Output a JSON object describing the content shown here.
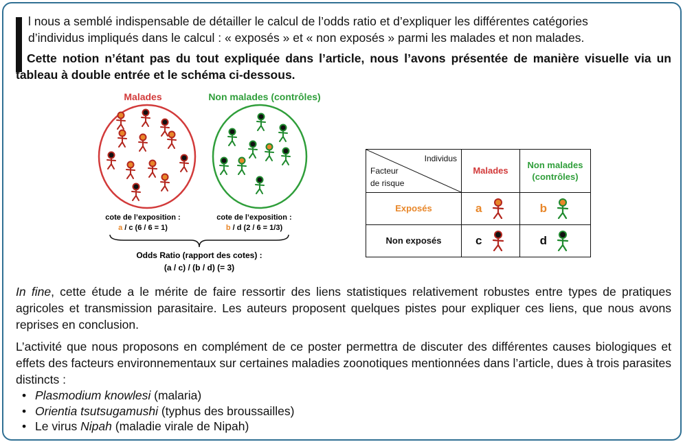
{
  "intro": {
    "drop_letter": "I",
    "line1": "l nous a semblé indispensable de détailler le calcul de l’odds ratio et d’expliquer les différentes catégories",
    "line2": "d’individus impliqués dans le calcul : « exposés » et « non exposés » parmi les malades et non malades.",
    "bold": "Cette notion n’étant pas du tout expliquée dans l’article, nous l’avons présentée de manière visuelle via un tableau à double entrée et le schéma ci-dessous."
  },
  "diagram": {
    "label_sick": "Malades",
    "label_healthy": "Non malades (contrôles)",
    "cote_a_title": "cote de l’exposition :",
    "cote_a_letter": "a",
    "cote_a_formula": " / c (6 / 6 = 1)",
    "cote_b_title": "cote de l’exposition :",
    "cote_b_letter": "b",
    "cote_b_formula": " / d (2 / 6 = 1/3)",
    "odds_line1": "Odds Ratio (rapport des cotes) :",
    "odds_line2": "(a / c) / (b / d) (= 3)",
    "colors": {
      "sick": "#d23a3a",
      "healthy": "#2f9e3a",
      "orange": "#e8872a",
      "figure_sick": "#b3261e",
      "figure_healthy": "#1f8a2e"
    }
  },
  "table": {
    "corner_top": "Individus",
    "corner_bottom_1": "Facteur",
    "corner_bottom_2": "de risque",
    "col_sick": "Malades",
    "col_healthy_1": "Non malades",
    "col_healthy_2": "(contrôles)",
    "row_exposed": "Exposés",
    "row_not_exposed": "Non exposés",
    "cell_a": "a",
    "cell_b": "b",
    "cell_c": "c",
    "cell_d": "d"
  },
  "body": {
    "p1_italic": "In fine",
    "p1_rest": ", cette étude a le mérite de faire ressortir des liens statistiques relativement robustes entre types de pratiques agricoles et transmission parasitaire. Les auteurs proposent quelques pistes pour expliquer ces liens, que nous avons reprises en conclusion.",
    "p2": "L’activité que nous proposons en complément de ce poster permettra de discuter des différentes causes biologiques et effets des facteurs environnementaux sur certaines maladies zoonotiques mentionnées dans l’article, dues à trois parasites distincts :",
    "bullets": [
      {
        "italic": "Plasmodium knowlesi",
        "rest": " (malaria)"
      },
      {
        "italic": "Orientia tsutsugamushi",
        "rest": " (typhus des broussailles)"
      },
      {
        "pre": "Le virus ",
        "italic": "Nipah",
        "rest": " (maladie virale de Nipah)"
      }
    ]
  }
}
